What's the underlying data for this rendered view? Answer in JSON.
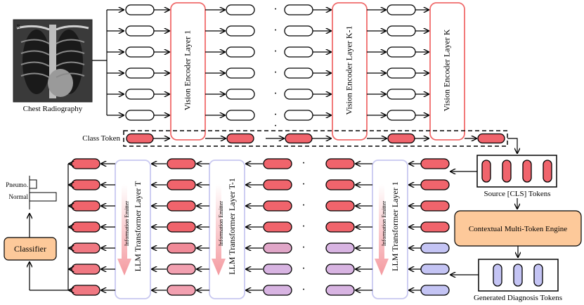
{
  "input": {
    "caption": "Chest Radiography",
    "xray_marker": "R"
  },
  "class_token_label": "Class Token",
  "vision_layers": [
    "Vision Encoder Layer 1",
    "Vision Encoder Layer K-1",
    "Vision Encoder Layer K"
  ],
  "ellipsis_dot": "·",
  "source_tokens_label": "Source [CLS] Tokens",
  "engine_label": "Contextual Multi-Token Engine",
  "generated_tokens_label": "Generated Diagnosis Tokens",
  "llm_layers": [
    "LLM Transformer Layer T",
    "LLM Transformer Layer T-1",
    "LLM Transformer Layer 1"
  ],
  "emitter_label": "Information Emitter",
  "classifier_label": "Classifier",
  "outputs": [
    "Pneumo.",
    "Normal"
  ],
  "colors": {
    "token_red": "#f0646c",
    "token_pink": "#f2a0b0",
    "token_purple": "#d8b4e2",
    "token_blue": "#c4c4f4",
    "vision_border": "#f06c6c",
    "llm_border": "#c8c8f0",
    "engine_fill": "#fdc99a",
    "emitter_arrow": "#f49aa0"
  }
}
